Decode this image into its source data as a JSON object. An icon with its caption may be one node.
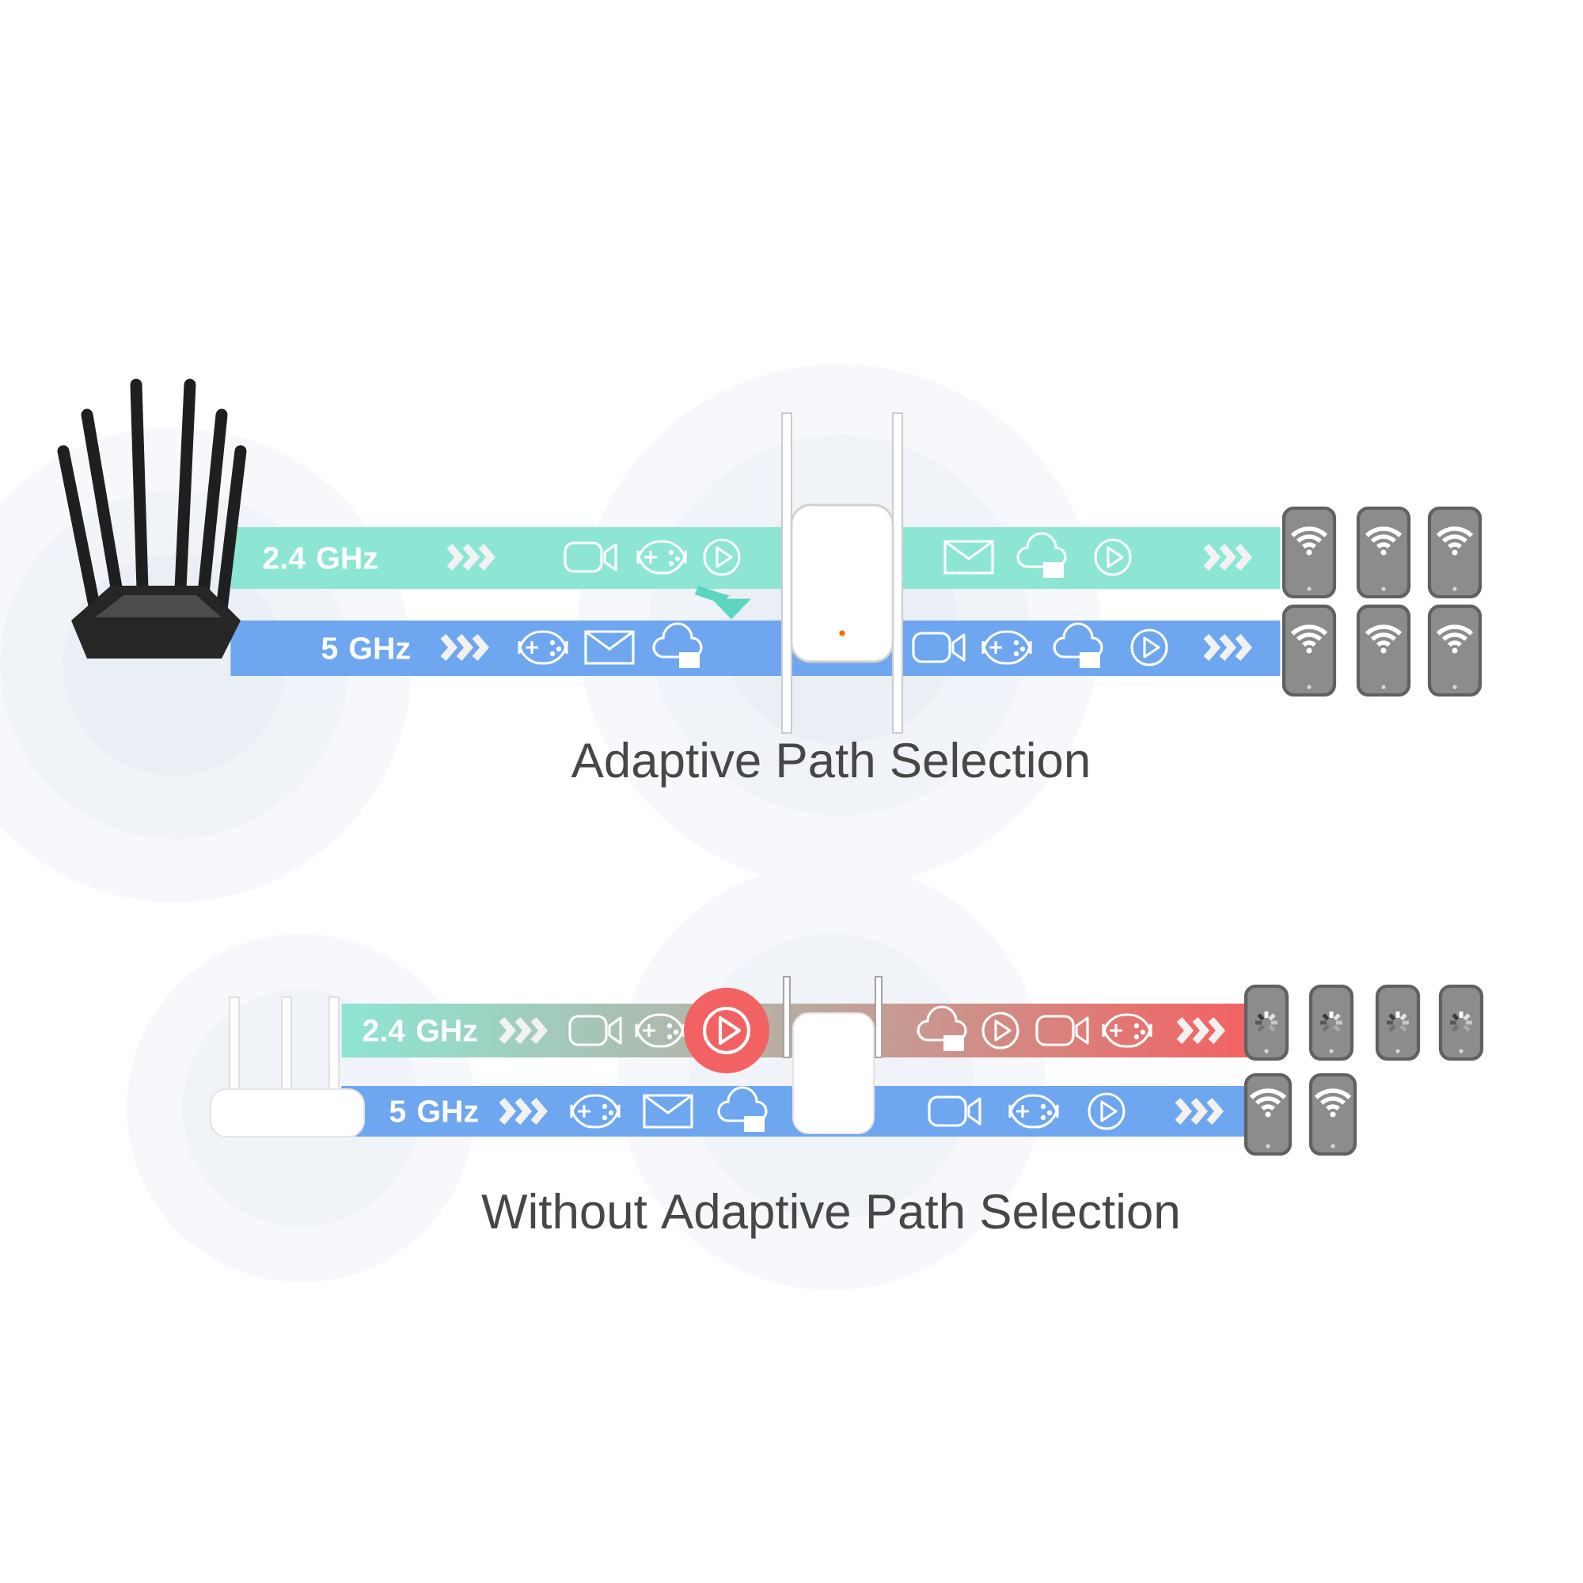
{
  "diagram": {
    "nodes": [
      {
        "text": [
          "2.4 GHz"
        ]
      },
      {
        "text": [
          "5 GHz"
        ]
      },
      {
        "text": [
          "2.4 GHz"
        ]
      },
      {
        "text": [
          "5 GHz"
        ]
      },
      {
        "text": [],
        "shape": "picture"
      },
      {
        "text": [],
        "shape": "picture"
      },
      {
        "text": [],
        "shape": "box"
      },
      {
        "text": [],
        "shape": "box"
      }
    ],
    "edges": [
      {
        "from": 0,
        "to": 1,
        "arrow": "to"
      }
    ],
    "labels": [
      "Adaptive Path Selection",
      "Without Adaptive Path Selection"
    ]
  }
}
